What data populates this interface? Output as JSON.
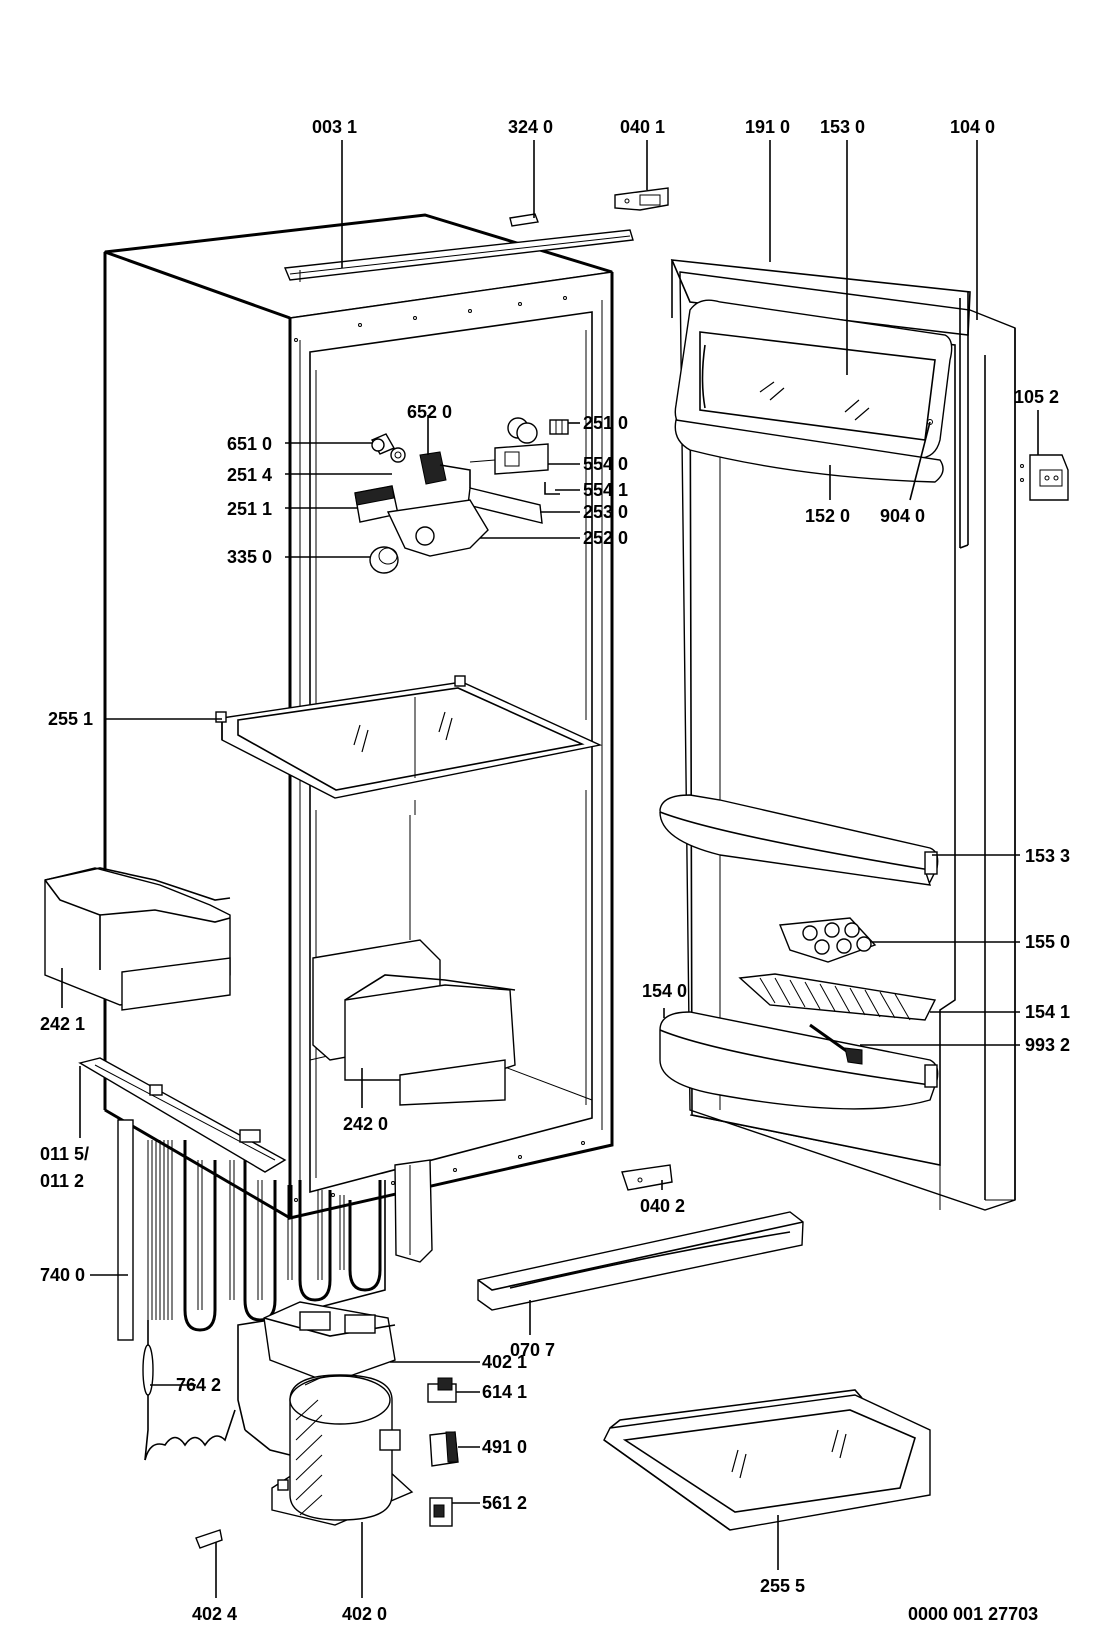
{
  "labels": {
    "p003_1": "003 1",
    "p324_0": "324 0",
    "p040_1": "040 1",
    "p191_0": "191 0",
    "p153_0": "153 0",
    "p104_0": "104 0",
    "p105_2": "105 2",
    "p651_0": "651 0",
    "p652_0": "652 0",
    "p251_0": "251 0",
    "p251_4": "251 4",
    "p554_0": "554 0",
    "p554_1": "554 1",
    "p251_1": "251 1",
    "p253_0": "253 0",
    "p252_0": "252 0",
    "p335_0": "335 0",
    "p152_0": "152 0",
    "p904_0": "904 0",
    "p255_1": "255 1",
    "p153_3": "153 3",
    "p155_0": "155 0",
    "p242_1": "242 1",
    "p154_0": "154 0",
    "p154_1": "154 1",
    "p993_2": "993 2",
    "p011_5": "011 5/",
    "p011_2": "011 2",
    "p242_0": "242 0",
    "p040_2": "040 2",
    "p740_0": "740 0",
    "p070_7": "070 7",
    "p402_1": "402 1",
    "p764_2": "764 2",
    "p614_1": "614 1",
    "p491_0": "491 0",
    "p561_2": "561 2",
    "p255_5": "255 5",
    "p402_4": "402 4",
    "p402_0": "402 0",
    "drawing_number": "0000 001 27703"
  }
}
